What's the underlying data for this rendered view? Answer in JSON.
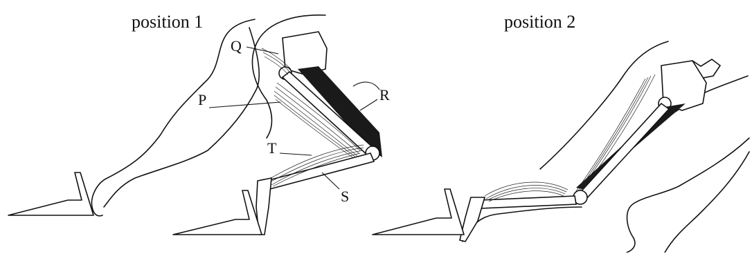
{
  "positions": [
    {
      "title": "position 1"
    },
    {
      "title": "position 2"
    }
  ],
  "labels": {
    "P": "P",
    "Q": "Q",
    "R": "R",
    "S": "S",
    "T": "T"
  }
}
